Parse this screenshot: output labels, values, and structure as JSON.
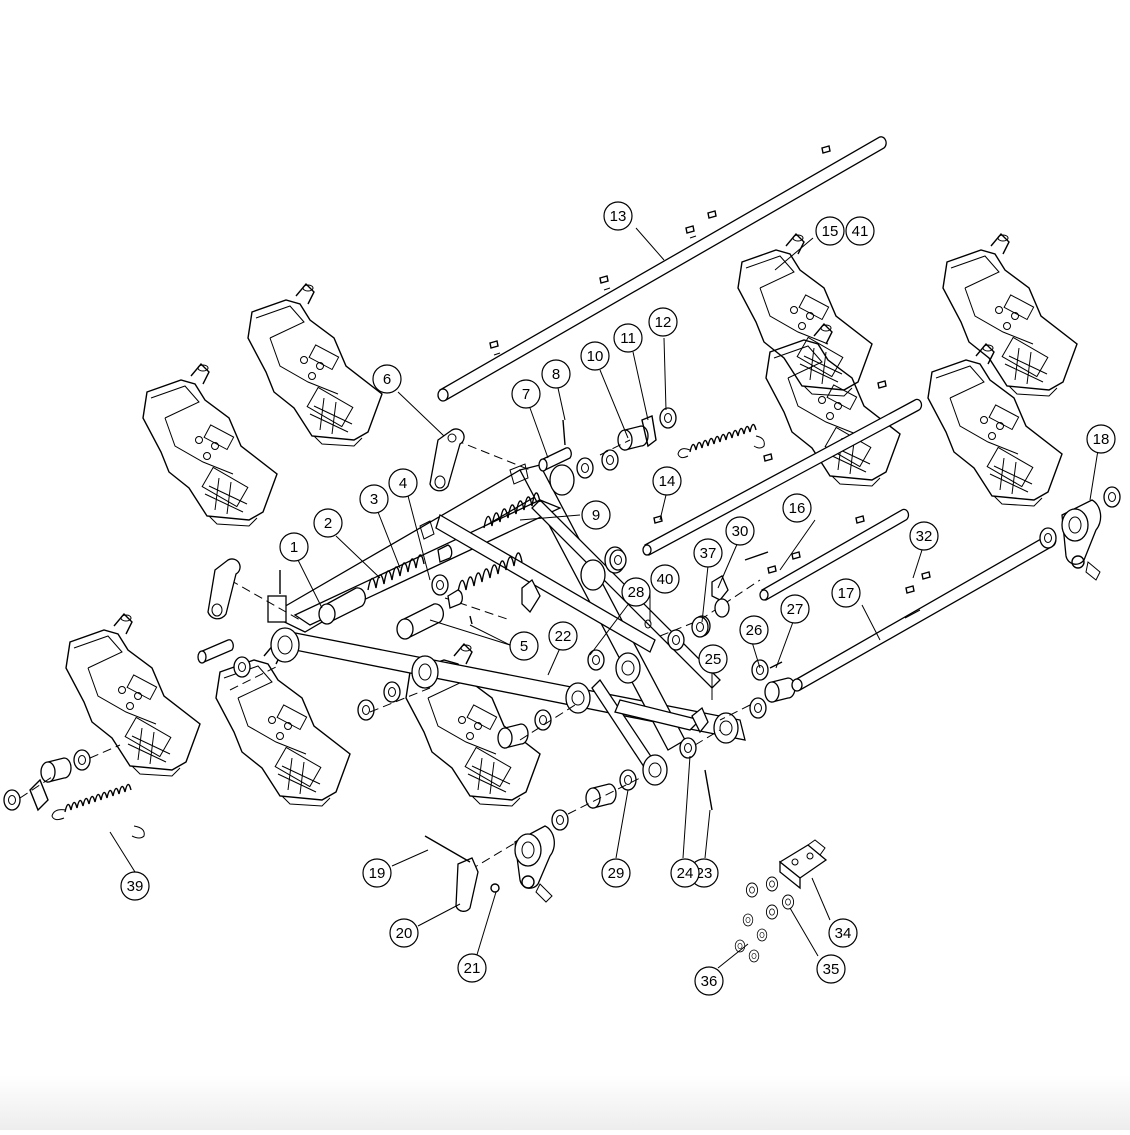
{
  "callouts": [
    {
      "label": "1"
    },
    {
      "label": "2"
    },
    {
      "label": "3"
    },
    {
      "label": "4"
    },
    {
      "label": "5"
    },
    {
      "label": "6"
    },
    {
      "label": "7"
    },
    {
      "label": "8"
    },
    {
      "label": "9"
    },
    {
      "label": "10"
    },
    {
      "label": "11"
    },
    {
      "label": "12"
    },
    {
      "label": "13"
    },
    {
      "label": "14"
    },
    {
      "label": "15"
    },
    {
      "label": "41"
    },
    {
      "label": "16"
    },
    {
      "label": "17"
    },
    {
      "label": "18"
    },
    {
      "label": "19"
    },
    {
      "label": "20"
    },
    {
      "label": "21"
    },
    {
      "label": "22"
    },
    {
      "label": "23"
    },
    {
      "label": "24"
    },
    {
      "label": "25"
    },
    {
      "label": "26"
    },
    {
      "label": "27"
    },
    {
      "label": "28"
    },
    {
      "label": "29"
    },
    {
      "label": "30"
    },
    {
      "label": "32"
    },
    {
      "label": "34"
    },
    {
      "label": "35"
    },
    {
      "label": "36"
    },
    {
      "label": "37"
    },
    {
      "label": "39"
    },
    {
      "label": "40"
    }
  ]
}
